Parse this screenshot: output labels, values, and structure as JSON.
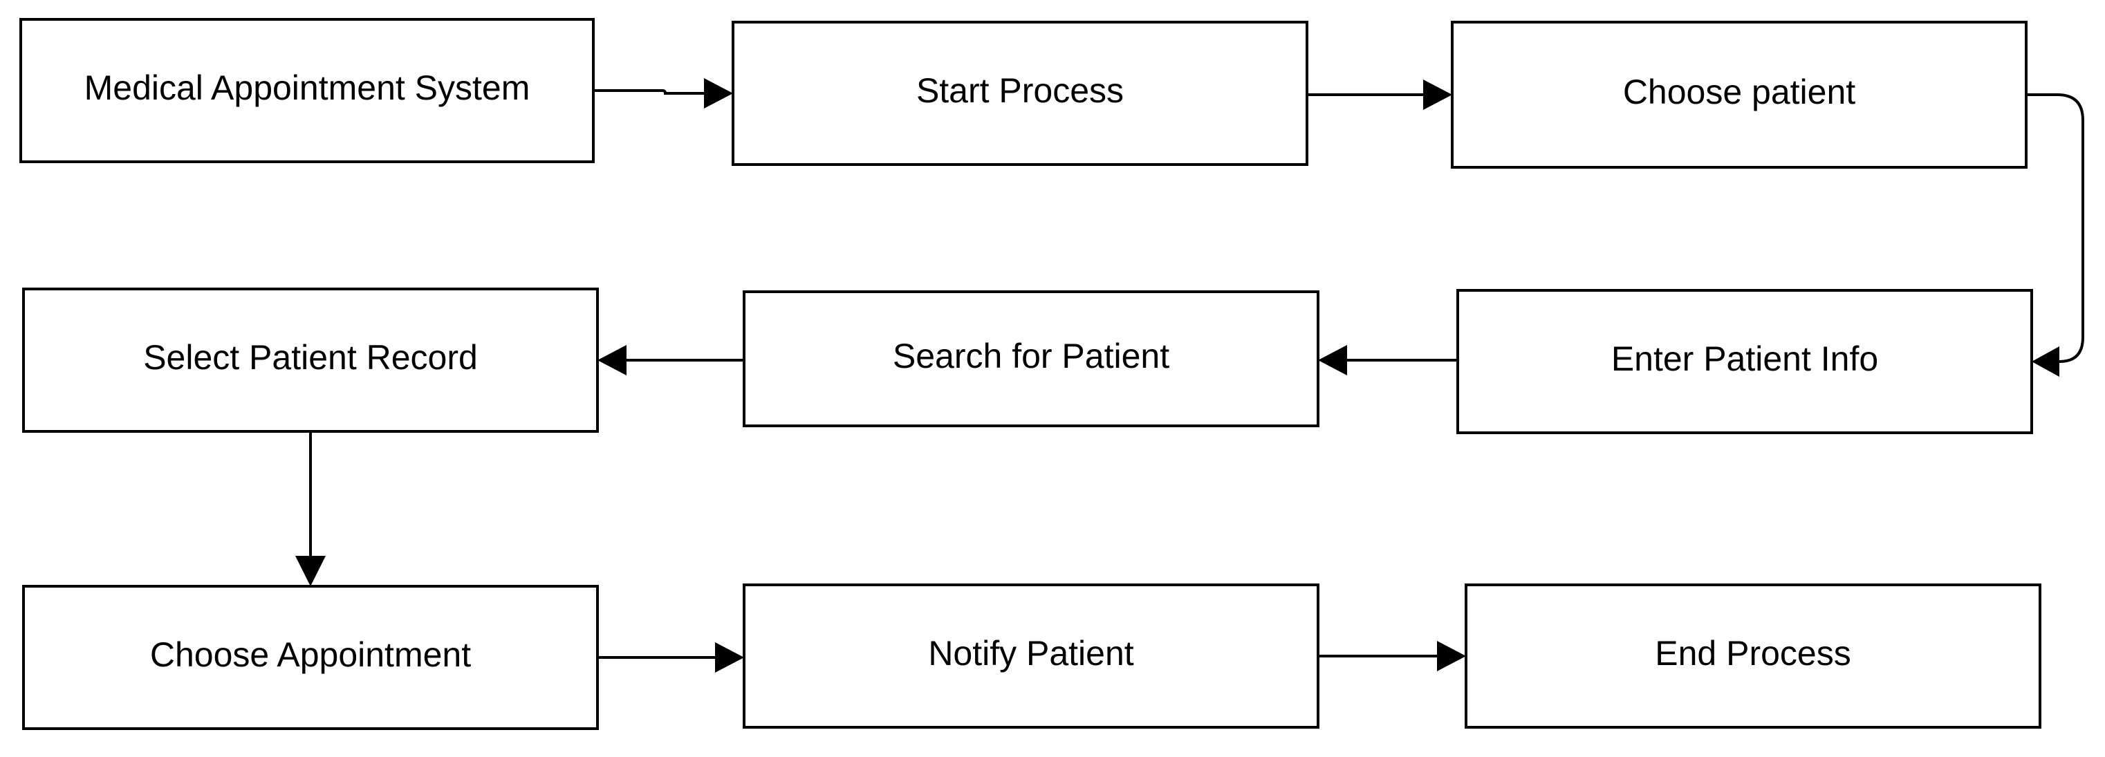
{
  "flowchart": {
    "nodes": [
      {
        "id": "medical-appointment-system",
        "label": "Medical Appointment System"
      },
      {
        "id": "start-process",
        "label": "Start Process"
      },
      {
        "id": "choose-patient",
        "label": "Choose patient"
      },
      {
        "id": "select-patient-record",
        "label": "Select Patient Record"
      },
      {
        "id": "search-for-patient",
        "label": "Search for Patient"
      },
      {
        "id": "enter-patient-info",
        "label": "Enter Patient Info"
      },
      {
        "id": "choose-appointment",
        "label": "Choose Appointment"
      },
      {
        "id": "notify-patient",
        "label": "Notify Patient"
      },
      {
        "id": "end-process",
        "label": "End Process"
      }
    ],
    "edges": [
      {
        "from": "medical-appointment-system",
        "to": "start-process"
      },
      {
        "from": "start-process",
        "to": "choose-patient"
      },
      {
        "from": "choose-patient",
        "to": "enter-patient-info"
      },
      {
        "from": "enter-patient-info",
        "to": "search-for-patient"
      },
      {
        "from": "search-for-patient",
        "to": "select-patient-record"
      },
      {
        "from": "select-patient-record",
        "to": "choose-appointment"
      },
      {
        "from": "choose-appointment",
        "to": "notify-patient"
      },
      {
        "from": "notify-patient",
        "to": "end-process"
      }
    ],
    "colors": {
      "stroke": "#000000",
      "fill": "#ffffff",
      "text": "#000000"
    }
  }
}
